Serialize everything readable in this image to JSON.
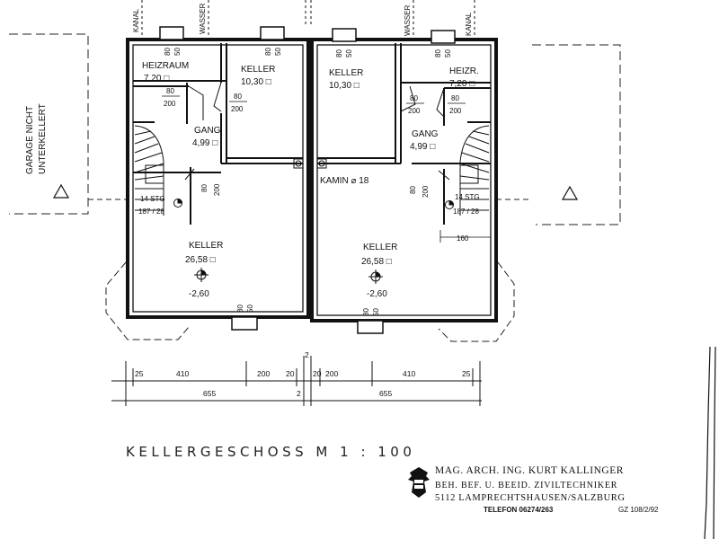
{
  "rooms": {
    "heizraum_left": {
      "name": "HEIZRAUM",
      "area": "7,20 □"
    },
    "keller_top_left": {
      "name": "KELLER",
      "area": "10,30 □"
    },
    "keller_top_right": {
      "name": "KELLER",
      "area": "10,30 □"
    },
    "heizr_right": {
      "name": "HEIZR.",
      "area": "7,20 □"
    },
    "gang_left": {
      "name": "GANG",
      "area": "4,99 □"
    },
    "gang_right": {
      "name": "GANG",
      "area": "4,99 □"
    },
    "keller_big_left": {
      "name": "KELLER",
      "area": "26,58 □",
      "level": "-2,60"
    },
    "keller_big_right": {
      "name": "KELLER",
      "area": "26,58 □",
      "level": "-2,60"
    }
  },
  "labels": {
    "kanal": "KANAL",
    "wasser": "WASSER",
    "kamin": "KAMIN ⌀ 18",
    "garage_line1": "GARAGE NICHT",
    "garage_line2": "UNTERKELLERT",
    "stairs_count": "14 STG",
    "stairs_ratio": "187 / 28",
    "stairs_count_right": "14 STG",
    "stairs_ratio_right": "187 / 28",
    "dim_160": "160"
  },
  "openings": {
    "window_w": "80",
    "window_h": "50",
    "door_w": "80",
    "door_h": "200"
  },
  "dimensions": {
    "top_row": [
      "25",
      "410",
      "200",
      "20",
      "2",
      "20",
      "200",
      "410",
      "25"
    ],
    "bottom_row": [
      "655",
      "2",
      "655"
    ]
  },
  "title": "KELLERGESCHOSS   M 1 : 100",
  "stamp": {
    "line1": "MAG. ARCH. ING. KURT KALLINGER",
    "line2": "BEH. BEF. U. BEEID. ZIVILTECHNIKER",
    "line3": "5112 LAMPRECHTSHAUSEN/SALZBURG",
    "phone": "TELEFON 06274/263",
    "gz": "GZ   108/2/92"
  }
}
